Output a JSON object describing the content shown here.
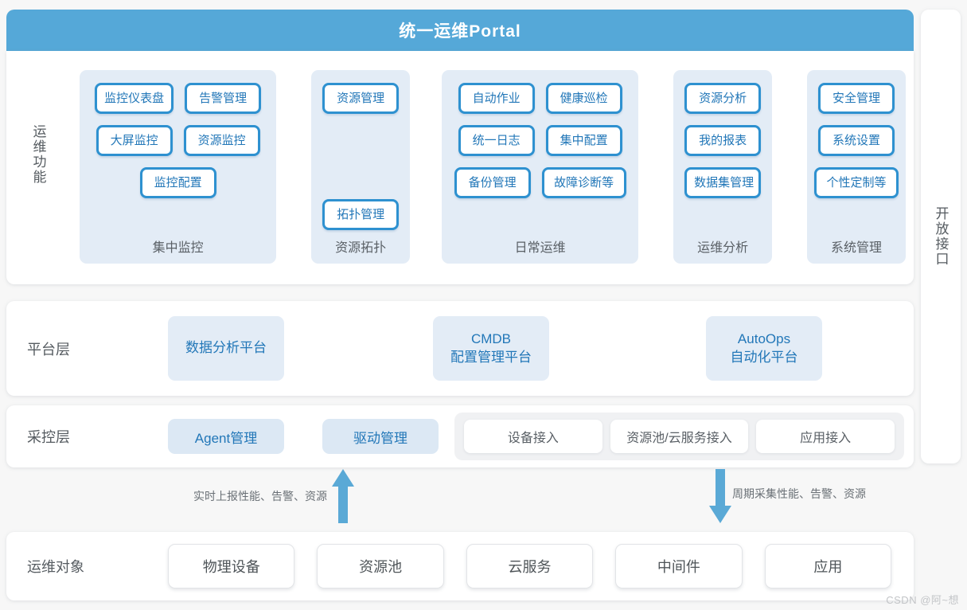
{
  "portal": {
    "title": "统一运维Portal",
    "bar_color": "#55a8d8"
  },
  "open_interface": {
    "label": "开放接口"
  },
  "functions": {
    "side_label": "运维功能",
    "groups": [
      {
        "name": "集中监控",
        "columns": 2,
        "rows": [
          [
            "监控仪表盘",
            "告警管理"
          ],
          [
            "大屏监控",
            "资源监控"
          ],
          [
            "监控配置"
          ]
        ]
      },
      {
        "name": "资源拓扑",
        "columns": 1,
        "rows": [
          [
            "资源管理"
          ],
          [],
          [
            "拓扑管理"
          ]
        ]
      },
      {
        "name": "日常运维",
        "columns": 2,
        "rows": [
          [
            "自动作业",
            "健康巡检"
          ],
          [
            "统一日志",
            "集中配置"
          ],
          [
            "备份管理",
            "故障诊断等"
          ]
        ]
      },
      {
        "name": "运维分析",
        "columns": 1,
        "rows": [
          [
            "资源分析"
          ],
          [
            "我的报表"
          ],
          [
            "数据集管理"
          ]
        ]
      },
      {
        "name": "系统管理",
        "columns": 1,
        "rows": [
          [
            "安全管理"
          ],
          [
            "系统设置"
          ],
          [
            "个性定制等"
          ]
        ]
      }
    ]
  },
  "platform_layer": {
    "label": "平台层",
    "boxes": [
      {
        "line1": "数据分析平台",
        "line2": ""
      },
      {
        "line1": "CMDB",
        "line2": "配置管理平台"
      },
      {
        "line1": "AutoOps",
        "line2": "自动化平台"
      }
    ]
  },
  "collect_layer": {
    "label": "采控层",
    "boxes": [
      "Agent管理",
      "驱动管理"
    ],
    "access_items": [
      "设备接入",
      "资源池/云服务接入",
      "应用接入"
    ]
  },
  "arrows": {
    "up": {
      "note": "实时上报性能、告警、资源",
      "direction": "up",
      "color": "#5aa9d6"
    },
    "down": {
      "note": "周期采集性能、告警、资源",
      "direction": "down",
      "color": "#5aa9d6"
    }
  },
  "objects_layer": {
    "label": "运维对象",
    "items": [
      "物理设备",
      "资源池",
      "云服务",
      "中间件",
      "应用"
    ]
  },
  "watermark": "CSDN @阿~想",
  "colors": {
    "accent_blue": "#55a8d8",
    "button_border": "#2e91d0",
    "button_text": "#2277b8",
    "panel_bg": "#e3ecf6",
    "page_bg": "#f7f7f7",
    "label_gray": "#555b60"
  }
}
